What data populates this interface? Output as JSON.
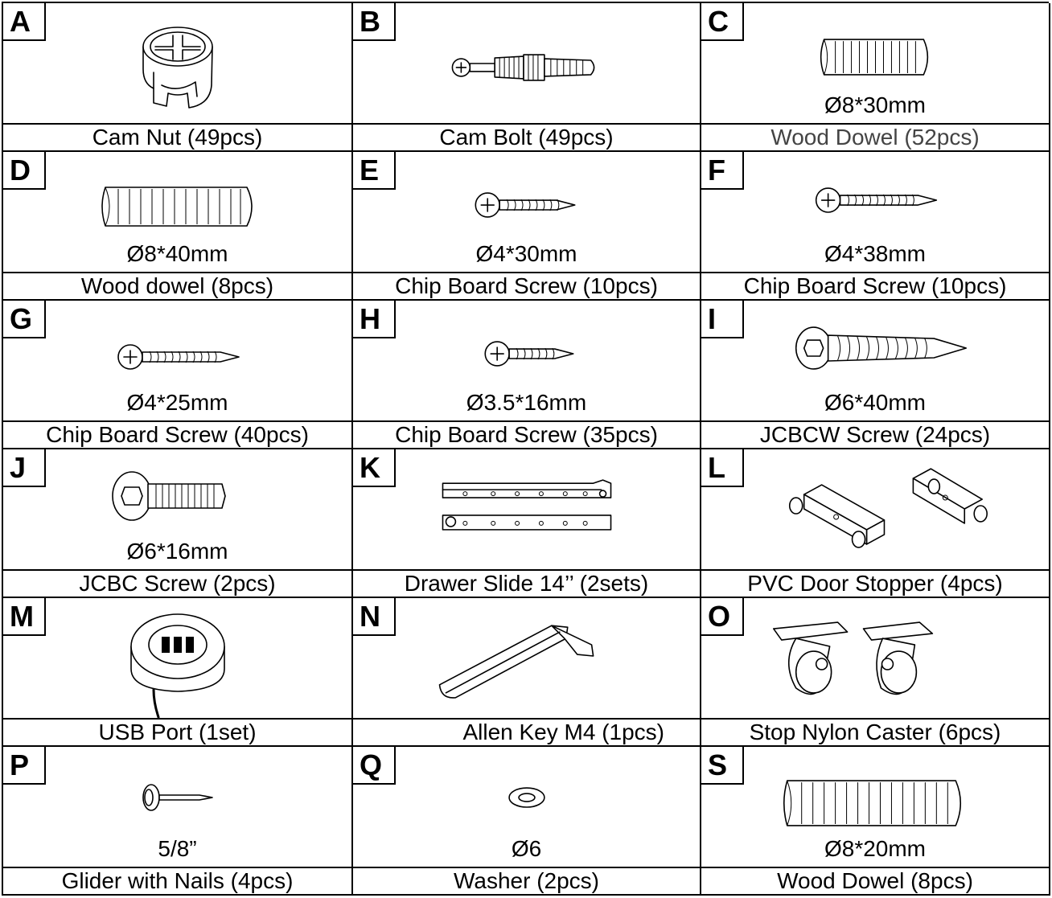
{
  "parts": [
    {
      "letter": "A",
      "size": "",
      "name": "Cam Nut (49pcs)",
      "icon": "cam-nut-icon"
    },
    {
      "letter": "B",
      "size": "",
      "name": "Cam Bolt (49pcs)",
      "icon": "cam-bolt-icon"
    },
    {
      "letter": "C",
      "size": "Ø8*30mm",
      "name": "Wood Dowel (52pcs)",
      "icon": "wood-dowel-icon"
    },
    {
      "letter": "D",
      "size": "Ø8*40mm",
      "name": "Wood dowel (8pcs)",
      "icon": "wood-dowel-icon"
    },
    {
      "letter": "E",
      "size": "Ø4*30mm",
      "name": "Chip Board Screw (10pcs)",
      "icon": "screw-icon"
    },
    {
      "letter": "F",
      "size": "Ø4*38mm",
      "name": "Chip Board Screw (10pcs)",
      "icon": "screw-icon"
    },
    {
      "letter": "G",
      "size": "Ø4*25mm",
      "name": "Chip Board Screw (40pcs)",
      "icon": "screw-icon"
    },
    {
      "letter": "H",
      "size": "Ø3.5*16mm",
      "name": "Chip Board Screw (35pcs)",
      "icon": "screw-icon"
    },
    {
      "letter": "I",
      "size": "Ø6*40mm",
      "name": "JCBCW Screw (24pcs)",
      "icon": "hex-screw-icon"
    },
    {
      "letter": "J",
      "size": "Ø6*16mm",
      "name": "JCBC Screw (2pcs)",
      "icon": "hex-bolt-icon"
    },
    {
      "letter": "K",
      "size": "",
      "name": "Drawer Slide 14’’ (2sets)",
      "icon": "drawer-slide-icon"
    },
    {
      "letter": "L",
      "size": "",
      "name": "PVC Door Stopper (4pcs)",
      "icon": "door-stopper-icon"
    },
    {
      "letter": "M",
      "size": "",
      "name": "USB Port (1set)",
      "icon": "usb-port-icon"
    },
    {
      "letter": "N",
      "size": "",
      "name": "Allen Key M4 (1pcs)",
      "icon": "allen-key-icon"
    },
    {
      "letter": "O",
      "size": "",
      "name": "Stop Nylon Caster (6pcs)",
      "icon": "caster-icon"
    },
    {
      "letter": "P",
      "size": "5/8”",
      "name": "Glider with Nails (4pcs)",
      "icon": "glider-nail-icon"
    },
    {
      "letter": "Q",
      "size": "Ø6",
      "name": "Washer (2pcs)",
      "icon": "washer-icon"
    },
    {
      "letter": "S",
      "size": "Ø8*20mm",
      "name": "Wood Dowel (8pcs)",
      "icon": "wood-dowel-icon"
    }
  ]
}
